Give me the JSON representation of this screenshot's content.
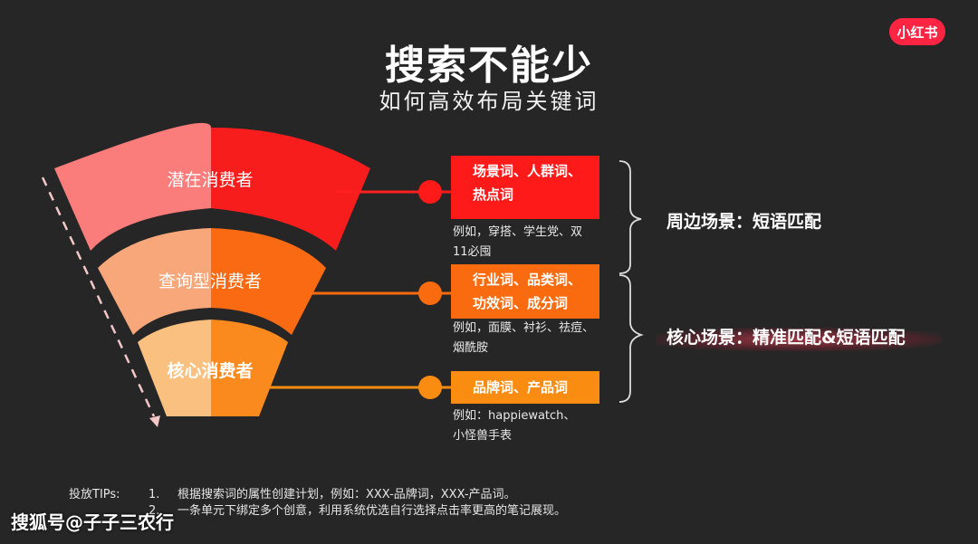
{
  "header": {
    "title": "搜索不能少",
    "subtitle": "如何高效布局关键词",
    "logo_text": "小红书"
  },
  "funnel": {
    "tiers": [
      {
        "label": "潜在消费者",
        "left_color": "#fb7d7b",
        "right_color": "#f71d1d"
      },
      {
        "label": "查询型消费者",
        "left_color": "#f7a77a",
        "right_color": "#f96a12"
      },
      {
        "label": "核心消费者",
        "left_color": "#f9c07f",
        "right_color": "#fb8a1e"
      }
    ]
  },
  "keywords": [
    {
      "box_lines": [
        "场景词、人群词、",
        "热点词"
      ],
      "box_color": "#ff1a1a",
      "example_lines": [
        "例如，穿搭、学生党、双",
        "11必囤"
      ]
    },
    {
      "box_lines": [
        "行业词、品类词、",
        "功效词、成分词"
      ],
      "box_color": "#fa6a0e",
      "example_lines": [
        "例如，面膜、衬衫、祛痘、",
        "烟酰胺"
      ]
    },
    {
      "box_lines": [
        "品牌词、产品词"
      ],
      "box_color": "#fb8c12",
      "example_lines": [
        "例如：happiewatch、",
        "小怪兽手表"
      ]
    }
  ],
  "scenes": [
    {
      "label": "周边场景：短语匹配"
    },
    {
      "label": "核心场景：精准匹配&短语匹配"
    }
  ],
  "tips": {
    "label": "投放TIPs:",
    "items": [
      {
        "num": "1.",
        "text": "根据搜索词的属性创建计划，例如：XXX-品牌词，XXX-产品词。"
      },
      {
        "num": "2.",
        "text": "一条单元下绑定多个创意，利用系统优选自行选择点击率更高的笔记展现。"
      }
    ]
  },
  "watermark": "搜狐号@子子三农行"
}
